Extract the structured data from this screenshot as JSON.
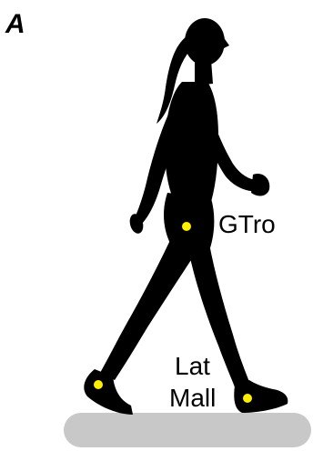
{
  "panel_label": "A",
  "markers": {
    "gtro": {
      "label": "GTro"
    },
    "lat_mall": {
      "label_line1": "Lat",
      "label_line2": "Mall"
    }
  },
  "colors": {
    "silhouette": "#000000",
    "marker": "#ffee00",
    "treadmill": "#c8c8c8"
  }
}
